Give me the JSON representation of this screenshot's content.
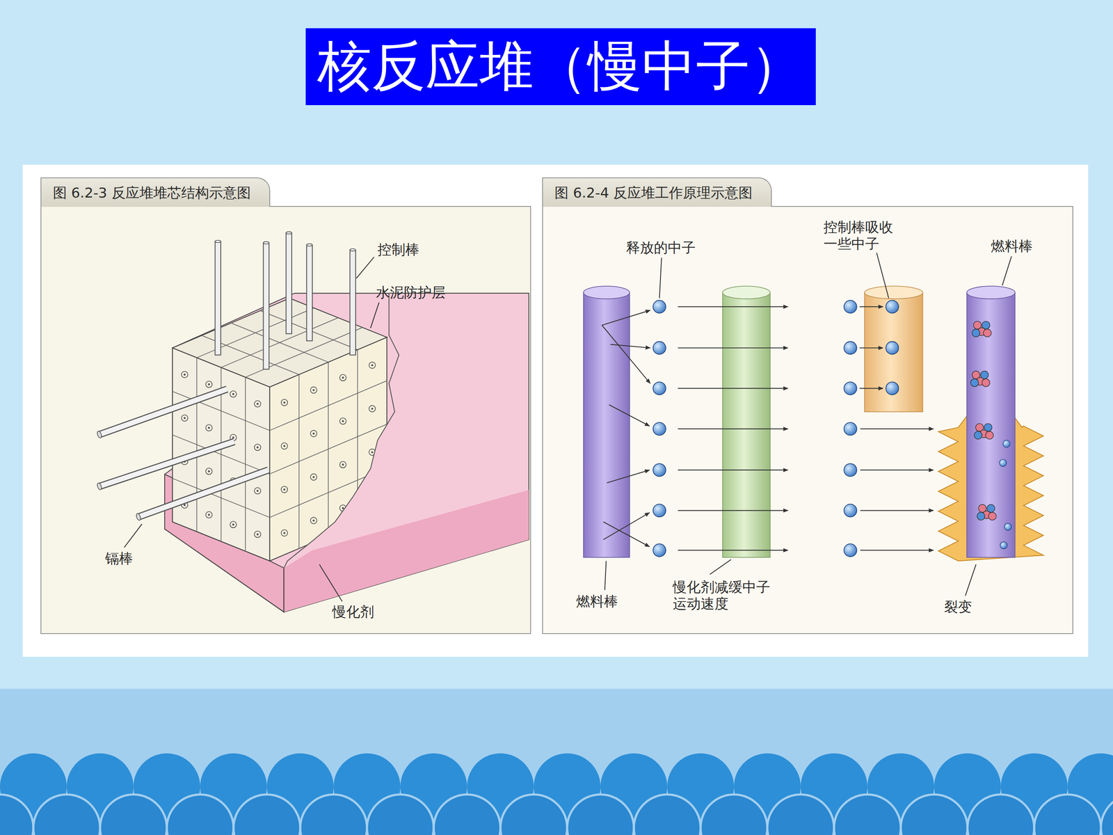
{
  "diagram": {
    "title": "核反应堆（慢中子）",
    "nodes": [
      {
        "text": [
          "图 6.2-3 反应堆堆芯结构示意图"
        ]
      },
      {
        "text": [
          "图 6.2-4 反应堆工作原理示意图"
        ]
      }
    ],
    "labels": [
      "控制棒",
      "水泥防护层",
      "镉棒",
      "慢化剂",
      "释放的中子",
      "控制棒吸收 一些中子",
      "燃料棒",
      "燃料棒",
      "慢化剂减缓中子 运动速度",
      "裂变"
    ]
  }
}
